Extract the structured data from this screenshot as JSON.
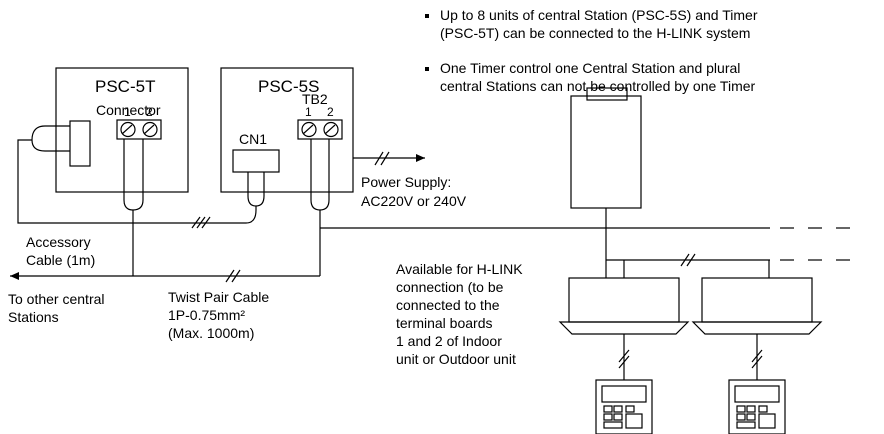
{
  "notes": {
    "note1": [
      "Up to 8 units of central Station (PSC-5S) and Timer",
      "(PSC-5T) can be connected to the H-LINK system"
    ],
    "note2": [
      "One Timer control one Central Station and plural",
      "central Stations can not be controlled by one Timer"
    ]
  },
  "timer": {
    "title": "PSC-5T",
    "connector_label": "Connector",
    "terminal_labels": [
      "1",
      "2"
    ]
  },
  "station": {
    "title": "PSC-5S",
    "cn1_label": "CN1",
    "tb2_label": "TB2",
    "terminal_labels": [
      "1",
      "2"
    ]
  },
  "power_supply": [
    "Power Supply:",
    "AC220V or 240V"
  ],
  "accessory_cable": [
    "Accessory",
    "Cable (1m)"
  ],
  "other_stations": [
    "To other central",
    "Stations"
  ],
  "twist_pair": [
    "Twist Pair Cable",
    "1P-0.75mm²",
    "(Max. 1000m)"
  ],
  "hlink_note": [
    "Available for H-LINK",
    "connection (to be",
    "connected to the",
    "terminal boards",
    "1 and 2 of Indoor",
    "unit or Outdoor unit"
  ]
}
